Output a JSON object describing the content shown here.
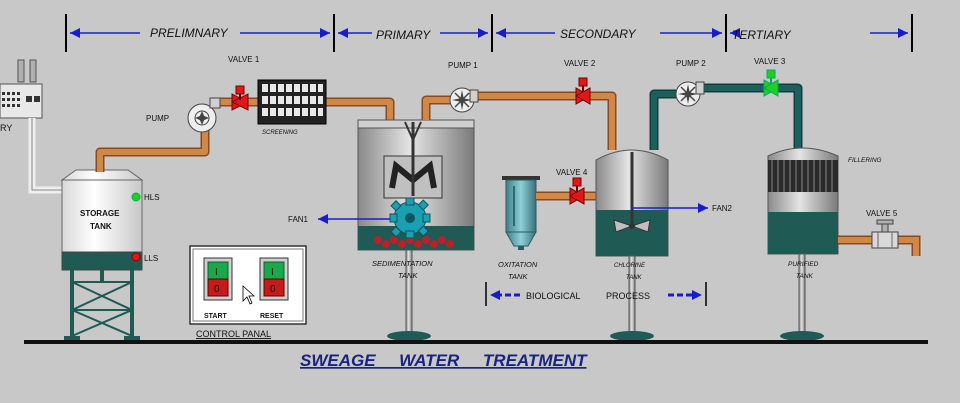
{
  "stages": {
    "preliminary": "PRELIMNARY",
    "primary": "PRIMARY",
    "secondary": "SECONDARY",
    "tertiary": "TERTIARY"
  },
  "top_left_label": "RY",
  "storage_tank": {
    "line1": "STORAGE",
    "line2": "TANK",
    "hls": "HLS",
    "lls": "LLS"
  },
  "pump": "PUMP",
  "pump1": "PUMP 1",
  "pump2": "PUMP 2",
  "valve1": "VALVE 1",
  "valve2": "VALVE 2",
  "valve3": "VALVE 3",
  "valve4": "VALVE 4",
  "valve5": "VALVE 5",
  "screening": "SCREENING",
  "fan1": "FAN1",
  "fan2": "FAN2",
  "sedimentation": {
    "line1": "SEDIMENTATION",
    "line2": "TANK"
  },
  "oxidation": {
    "line1": "OXITATION",
    "line2": "TANK"
  },
  "chlorine": {
    "line1": "CHLORINE",
    "line2": "TANK"
  },
  "purified": {
    "line1": "PURIFIED",
    "line2": "TANK"
  },
  "filtering": "FILLERING",
  "biological": "BIOLOGICAL",
  "process": "PROCESS",
  "control_panel": {
    "title": "CONTROL PANAL",
    "start": "START",
    "reset": "RESET",
    "on_symbol": "I",
    "off_symbol": "0"
  },
  "main_title": "SWEAGE     WATER     TREATMENT",
  "colors": {
    "background": "#c8c8c8",
    "water": "#1f5a55",
    "pipe_brown": "#c87a3e",
    "pipe_teal": "#1d5f5c",
    "valve_red": "#e01818",
    "valve_green": "#1fd01f",
    "arrow_blue": "#1a1ad0",
    "fan_teal": "#1aa0b0",
    "sludge": "#b8202a",
    "title_navy": "#1a237e"
  }
}
